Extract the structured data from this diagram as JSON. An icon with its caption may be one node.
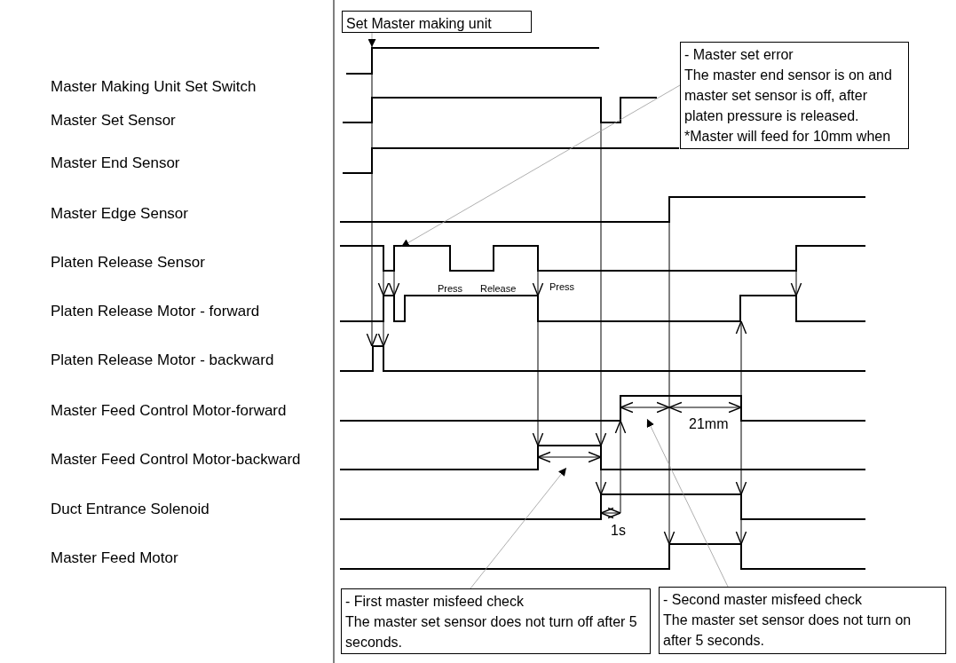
{
  "diagram": {
    "nodes": [
      {
        "text": [
          "Set Master making unit"
        ]
      },
      {
        "text": [
          "- Master set error",
          "The master end sensor is on and master set sensor is off, after platen pressure is released.",
          "*Master will feed for 10mm when"
        ]
      },
      {
        "text": [
          "- First master misfeed check",
          "The master set sensor does not turn off after 5 seconds."
        ]
      },
      {
        "text": [
          "- Second master misfeed check",
          "The master set sensor does not turn on after 5 seconds."
        ]
      }
    ],
    "edges": [
      {
        "from": 0,
        "to": null,
        "arrow": "to"
      },
      {
        "from": 1,
        "to": null,
        "arrow": "to"
      },
      {
        "from": 2,
        "to": null,
        "arrow": "to"
      },
      {
        "from": 3,
        "to": null,
        "arrow": "to"
      }
    ],
    "labels": [
      "Master Making Unit Set Switch",
      "Master Set Sensor",
      "Master End Sensor",
      "Master Edge Sensor",
      "Platen Release Sensor",
      "Platen Release Motor - forward",
      "Platen Release Motor - backward",
      "Master Feed Control Motor-forward",
      "Master Feed Control Motor-backward",
      "Duct Entrance Solenoid",
      "Master Feed Motor",
      "Press",
      "Release",
      "Press",
      "21mm",
      "1s"
    ]
  }
}
